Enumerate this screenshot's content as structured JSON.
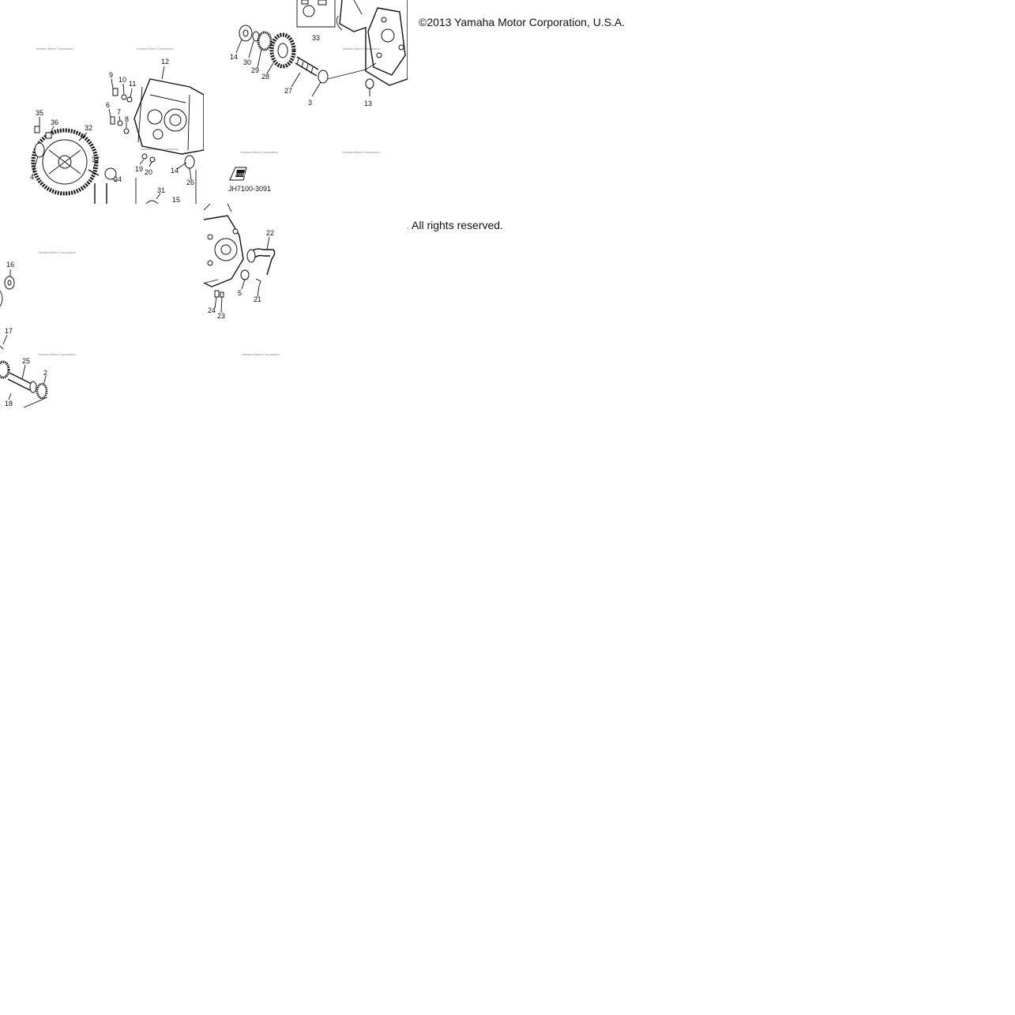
{
  "copyright": "©2013 Yamaha Motor Corporation, U.S.A.",
  "rights": ". All rights reserved.",
  "diagram_code": "JH7100-3091",
  "badge_text": "FWD",
  "watermark": "Yamaha Motor Corporation",
  "tile_a_labels": [
    "12",
    "9",
    "10",
    "11",
    "35",
    "36",
    "32",
    "6",
    "7",
    "8",
    "4",
    "37",
    "34",
    "19",
    "20",
    "14",
    "26",
    "31",
    "15"
  ],
  "tile_b_labels": [
    "33",
    "14",
    "30",
    "29",
    "28",
    "27",
    "3",
    "13"
  ],
  "tile_c_labels": [
    "16",
    "17",
    "25",
    "2",
    "18"
  ],
  "tile_d_labels": [
    "22",
    "5",
    "21",
    "24",
    "23"
  ]
}
